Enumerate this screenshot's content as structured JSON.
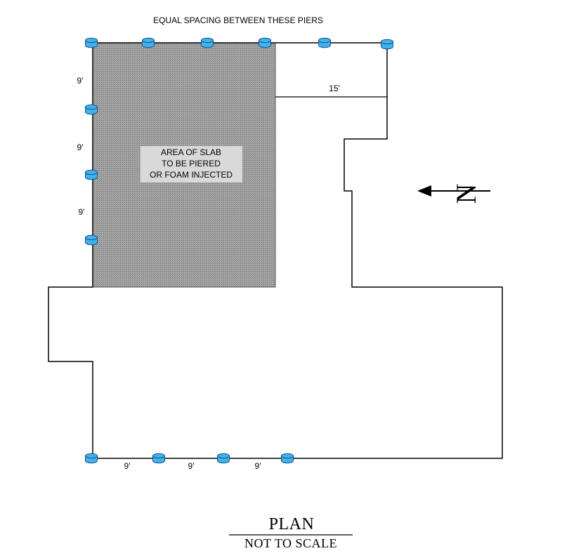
{
  "header_note": "EQUAL SPACING BETWEEN THESE PIERS",
  "slab_label": [
    "AREA OF SLAB",
    "TO BE PIERED",
    "OR FOAM INJECTED"
  ],
  "dimensions": {
    "left_1": "9'",
    "left_2": "9'",
    "left_3": "9'",
    "top_right": "15'",
    "bottom_1": "9'",
    "bottom_2": "9'",
    "bottom_3": "9'"
  },
  "north_label": "N",
  "title": "PLAN",
  "subtitle": "NOT TO SCALE",
  "colors": {
    "pier_fill": "#3fb3ec",
    "pier_stroke": "#1a4f8a",
    "slab_fill": "#9a9a9a",
    "label_box": "#d9d9d9"
  }
}
